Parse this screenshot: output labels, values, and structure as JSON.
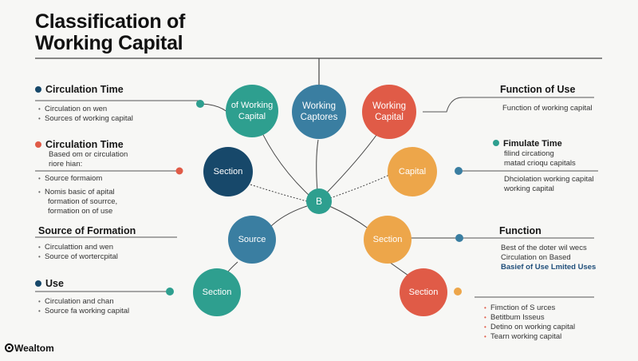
{
  "title": {
    "line1": "Classification of",
    "line2": "Working Capital"
  },
  "colors": {
    "teal": "#2e9f8f",
    "blue": "#3a7ea1",
    "navy": "#17486a",
    "red": "#e05b47",
    "orange": "#eda64a",
    "line": "#555555"
  },
  "nodes": {
    "center": "B",
    "of_working_capital": [
      "of Working",
      "Capital"
    ],
    "working_captores": [
      "Working",
      "Captores"
    ],
    "working_capital": [
      "Working",
      "Capital"
    ],
    "section_left": "Section",
    "capital_right": "Capital",
    "source": "Source",
    "section_right": "Section",
    "section_bottom_left": "Section",
    "section_bottom_right": "Section"
  },
  "left": {
    "circulation_time": {
      "heading": "Circulation Time",
      "bullets": [
        "Circulation on wen",
        "Sources of working capital"
      ]
    },
    "circulation_time2": {
      "heading": "Circulation Time",
      "lines": [
        "Based om or circulation",
        "riore hian:"
      ],
      "bullets": [
        "Source formaiom",
        "Nomis basic of apital"
      ],
      "continuation": [
        "formation of sourrce,",
        "formation on of use"
      ]
    },
    "source_of_formation": {
      "heading": "Source of Formation",
      "bullets": [
        "Circulattion and wen",
        "Source of wortercpital"
      ]
    },
    "use": {
      "heading": "Use",
      "bullets": [
        "Circulation and chan",
        "Source fa working capital"
      ]
    }
  },
  "right": {
    "function_of_use": {
      "heading": "Function of Use",
      "lines": [
        "Function of working capital"
      ]
    },
    "fimulate_time": {
      "heading": "Fimulate Time",
      "lines": [
        "filind circationg",
        "matad crioqu capitals"
      ],
      "lines2": [
        "Dhciolation working capital",
        "working capital"
      ]
    },
    "function": {
      "heading": "Function",
      "lines": [
        "Best of the doter wil wecs",
        "Circulation on Based"
      ],
      "highlight": "Basief of Use Lmited Uses"
    },
    "bottom_list": {
      "bullets": [
        "Fimction of S urces",
        "Betitbum Isseus",
        "Detino on working capital",
        "Tearn working capital"
      ]
    }
  },
  "logo": "Wealtom"
}
